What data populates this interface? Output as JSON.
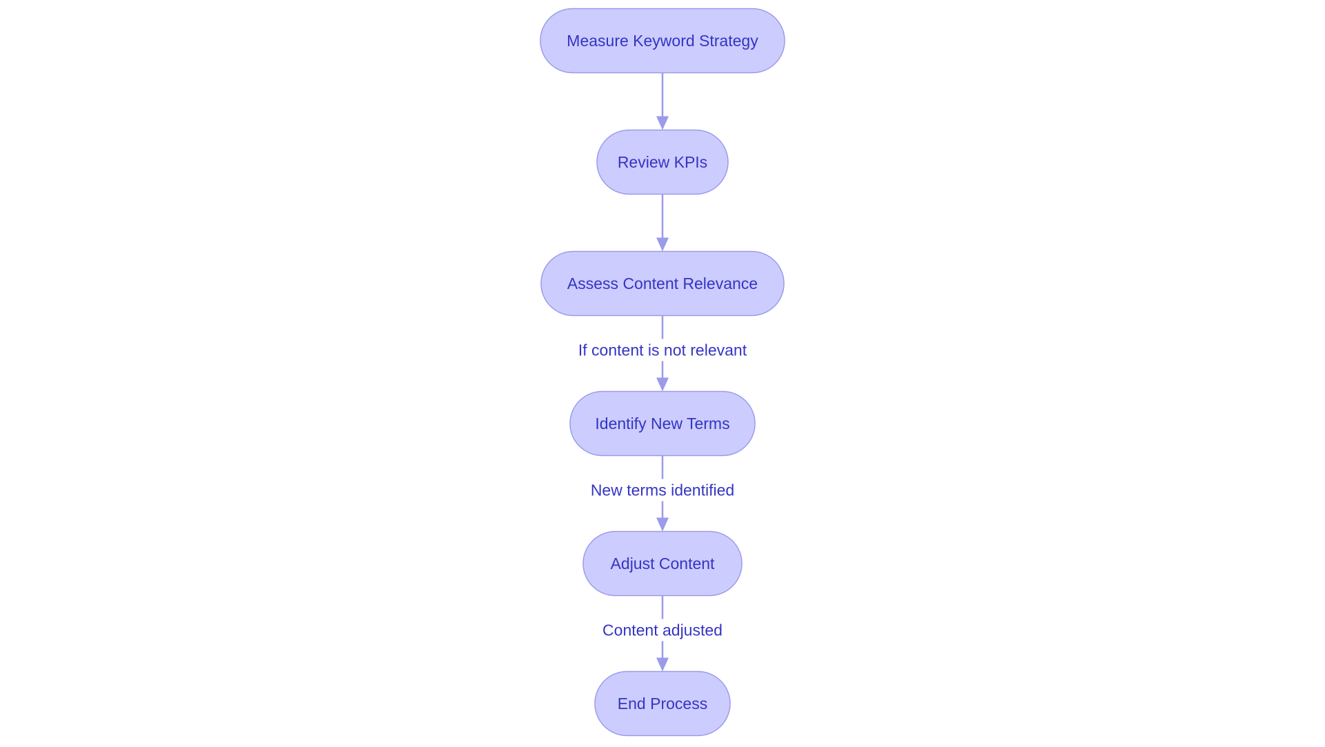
{
  "diagram": {
    "type": "flowchart",
    "direction": "top-to-bottom",
    "colors": {
      "node_fill": "#ccccff",
      "node_stroke": "#9b9bea",
      "text": "#3434c4",
      "edge": "#9b9bea"
    },
    "nodes": [
      {
        "id": "measure",
        "label": "Measure Keyword Strategy"
      },
      {
        "id": "review",
        "label": "Review KPIs"
      },
      {
        "id": "assess",
        "label": "Assess Content Relevance"
      },
      {
        "id": "identify",
        "label": "Identify New Terms"
      },
      {
        "id": "adjust",
        "label": "Adjust Content"
      },
      {
        "id": "end",
        "label": "End Process"
      }
    ],
    "edges": [
      {
        "from": "measure",
        "to": "review",
        "label": ""
      },
      {
        "from": "review",
        "to": "assess",
        "label": ""
      },
      {
        "from": "assess",
        "to": "identify",
        "label": "If content is not relevant"
      },
      {
        "from": "identify",
        "to": "adjust",
        "label": "New terms identified"
      },
      {
        "from": "adjust",
        "to": "end",
        "label": "Content adjusted"
      }
    ]
  }
}
